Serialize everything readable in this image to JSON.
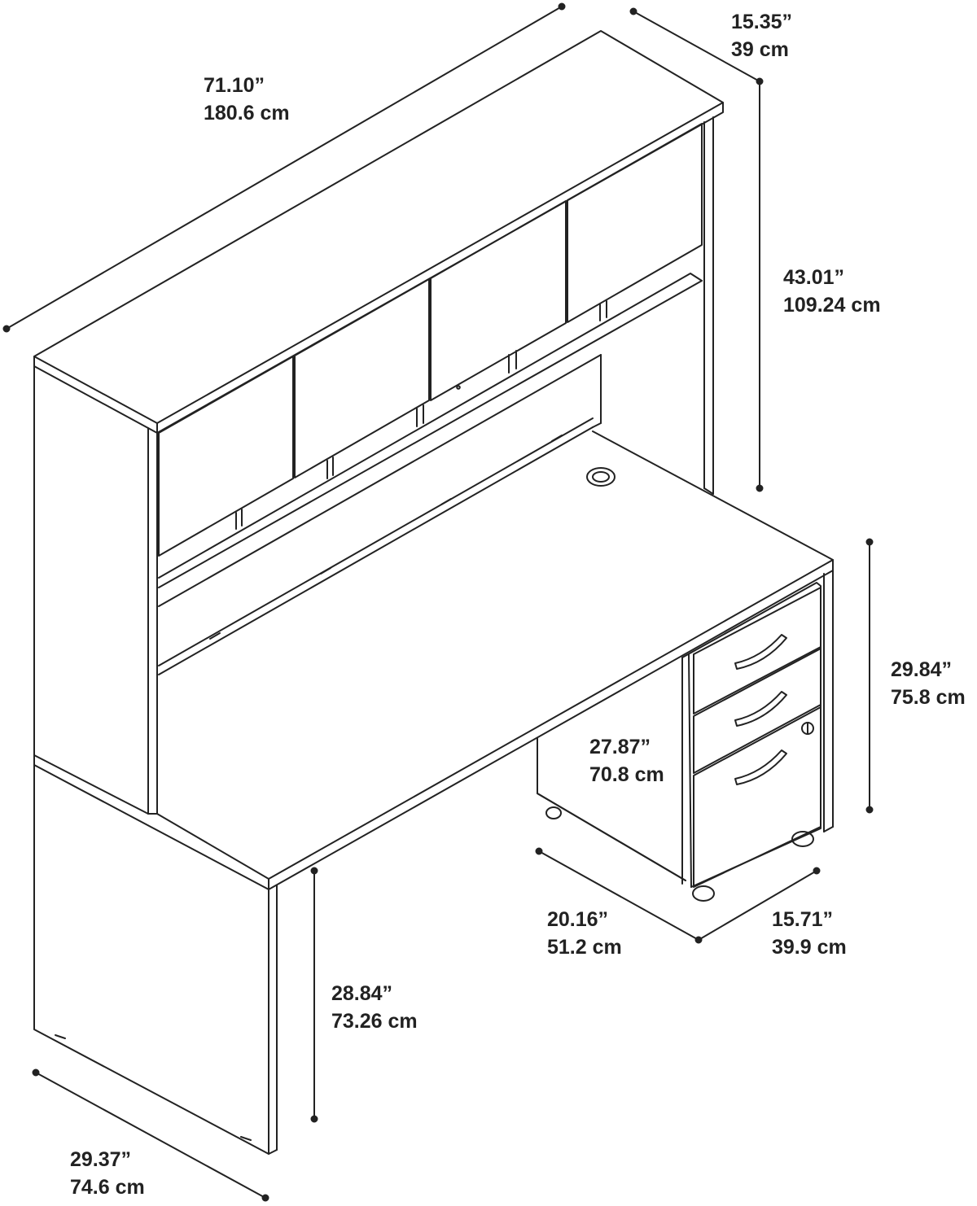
{
  "dimensions": {
    "hutch_width": {
      "inches": "71.10”",
      "cm": "180.6 cm"
    },
    "hutch_depth": {
      "inches": "15.35”",
      "cm": "39 cm"
    },
    "hutch_height": {
      "inches": "43.01”",
      "cm": "109.24 cm"
    },
    "desk_height": {
      "inches": "29.84”",
      "cm": "75.8 cm"
    },
    "pedestal_height": {
      "inches": "27.87”",
      "cm": "70.8 cm"
    },
    "pedestal_depth": {
      "inches": "20.16”",
      "cm": "51.2 cm"
    },
    "pedestal_width": {
      "inches": "15.71”",
      "cm": "39.9 cm"
    },
    "knee_clearance": {
      "inches": "28.84”",
      "cm": "73.26 cm"
    },
    "desk_depth": {
      "inches": "29.37”",
      "cm": "74.6 cm"
    }
  },
  "colors": {
    "line": "#222222",
    "background": "#ffffff"
  }
}
